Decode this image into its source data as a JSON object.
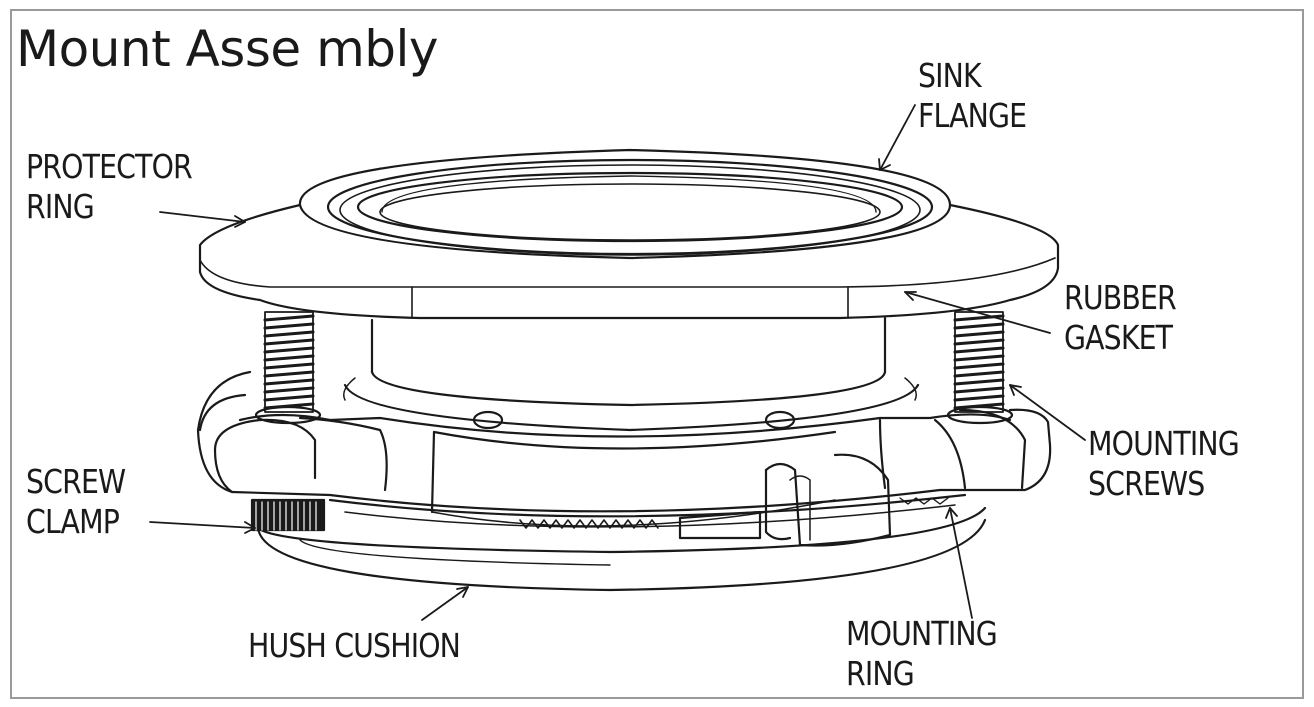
{
  "title": "Mount Asse mbly",
  "labels": {
    "sink_flange": [
      "SINK",
      "FLANGE"
    ],
    "protector_ring": [
      "PROTECTOR",
      "RING"
    ],
    "rubber_gasket": [
      "RUBBER",
      "GASKET"
    ],
    "mounting_screws": [
      "MOUNTING",
      "SCREWS"
    ],
    "screw_clamp": [
      "SCREW",
      "CLAMP"
    ],
    "hush_cushion": [
      "HUSH CUSHION"
    ],
    "mounting_ring": [
      "MOUNTING",
      "RING"
    ]
  },
  "colors": {
    "line": "#1a1a1a",
    "frame": "#9a9a9a",
    "background": "#ffffff"
  }
}
